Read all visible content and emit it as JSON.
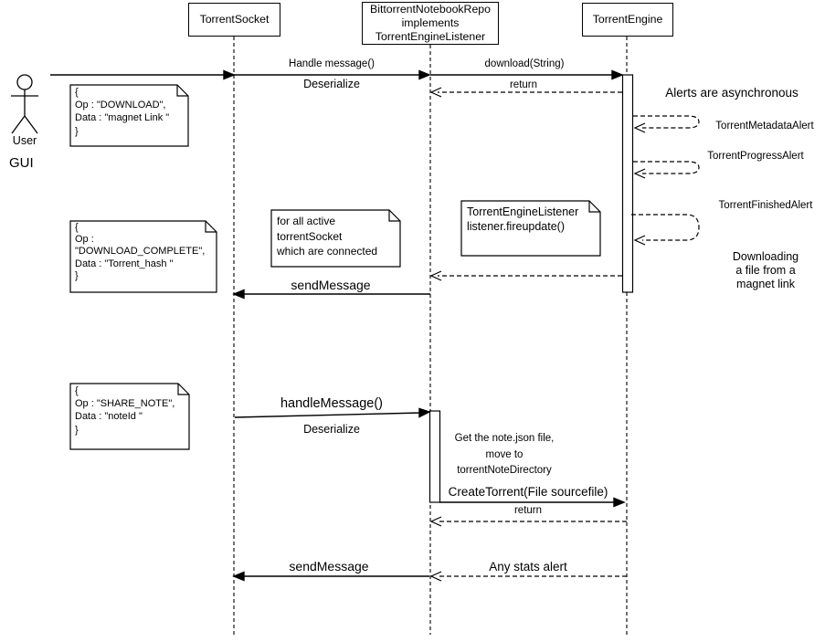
{
  "participants": {
    "torrent_socket": "TorrentSocket",
    "bittorrent_repo": {
      "lines": [
        "BittorrentNotebookRepo",
        "implements",
        "TorrentEngineListener"
      ]
    },
    "torrent_engine": "TorrentEngine"
  },
  "actor": {
    "label": "User",
    "sublabel": "GUI"
  },
  "messages": {
    "handle_message": "Handle message()",
    "deserialize_1": "Deserialize",
    "download": "download(String)",
    "return_1": "return",
    "send_message_1": "sendMessage",
    "handle_message_2": "handleMessage()",
    "deserialize_2": "Deserialize",
    "create_torrent": "CreateTorrent(File sourcefile)",
    "return_2": "return",
    "send_message_2": "sendMessage",
    "any_stats_alert": "Any stats alert"
  },
  "alerts": {
    "heading": "Alerts are asynchronous",
    "metadata": "TorrentMetadataAlert",
    "progress": "TorrentProgressAlert",
    "finished": "TorrentFinishedAlert"
  },
  "annotations": {
    "downloading": {
      "lines": [
        "Downloading",
        "a file from a",
        "magnet link"
      ]
    },
    "get_note": {
      "lines": [
        "Get the note.json file,",
        "move to",
        "torrentNoteDirectory"
      ]
    }
  },
  "notes": {
    "download_request": {
      "lines": [
        "{",
        "Op : \"DOWNLOAD\",",
        "Data : \"magnet Link \"",
        "}"
      ]
    },
    "download_complete": {
      "lines": [
        "{",
        "Op :",
        "\"DOWNLOAD_COMPLETE\",",
        "Data : \"Torrent_hash \"",
        "}"
      ]
    },
    "for_all_active": {
      "lines": [
        "for all active",
        "torrentSocket",
        "which are connected"
      ]
    },
    "engine_listener": {
      "lines": [
        "TorrentEngineListener",
        "listener.fireupdate()"
      ]
    },
    "share_note": {
      "lines": [
        "{",
        "Op : \"SHARE_NOTE\",",
        "Data : \"noteId \"",
        "}"
      ]
    }
  },
  "colors": {
    "line": "#000000",
    "background": "#ffffff"
  }
}
